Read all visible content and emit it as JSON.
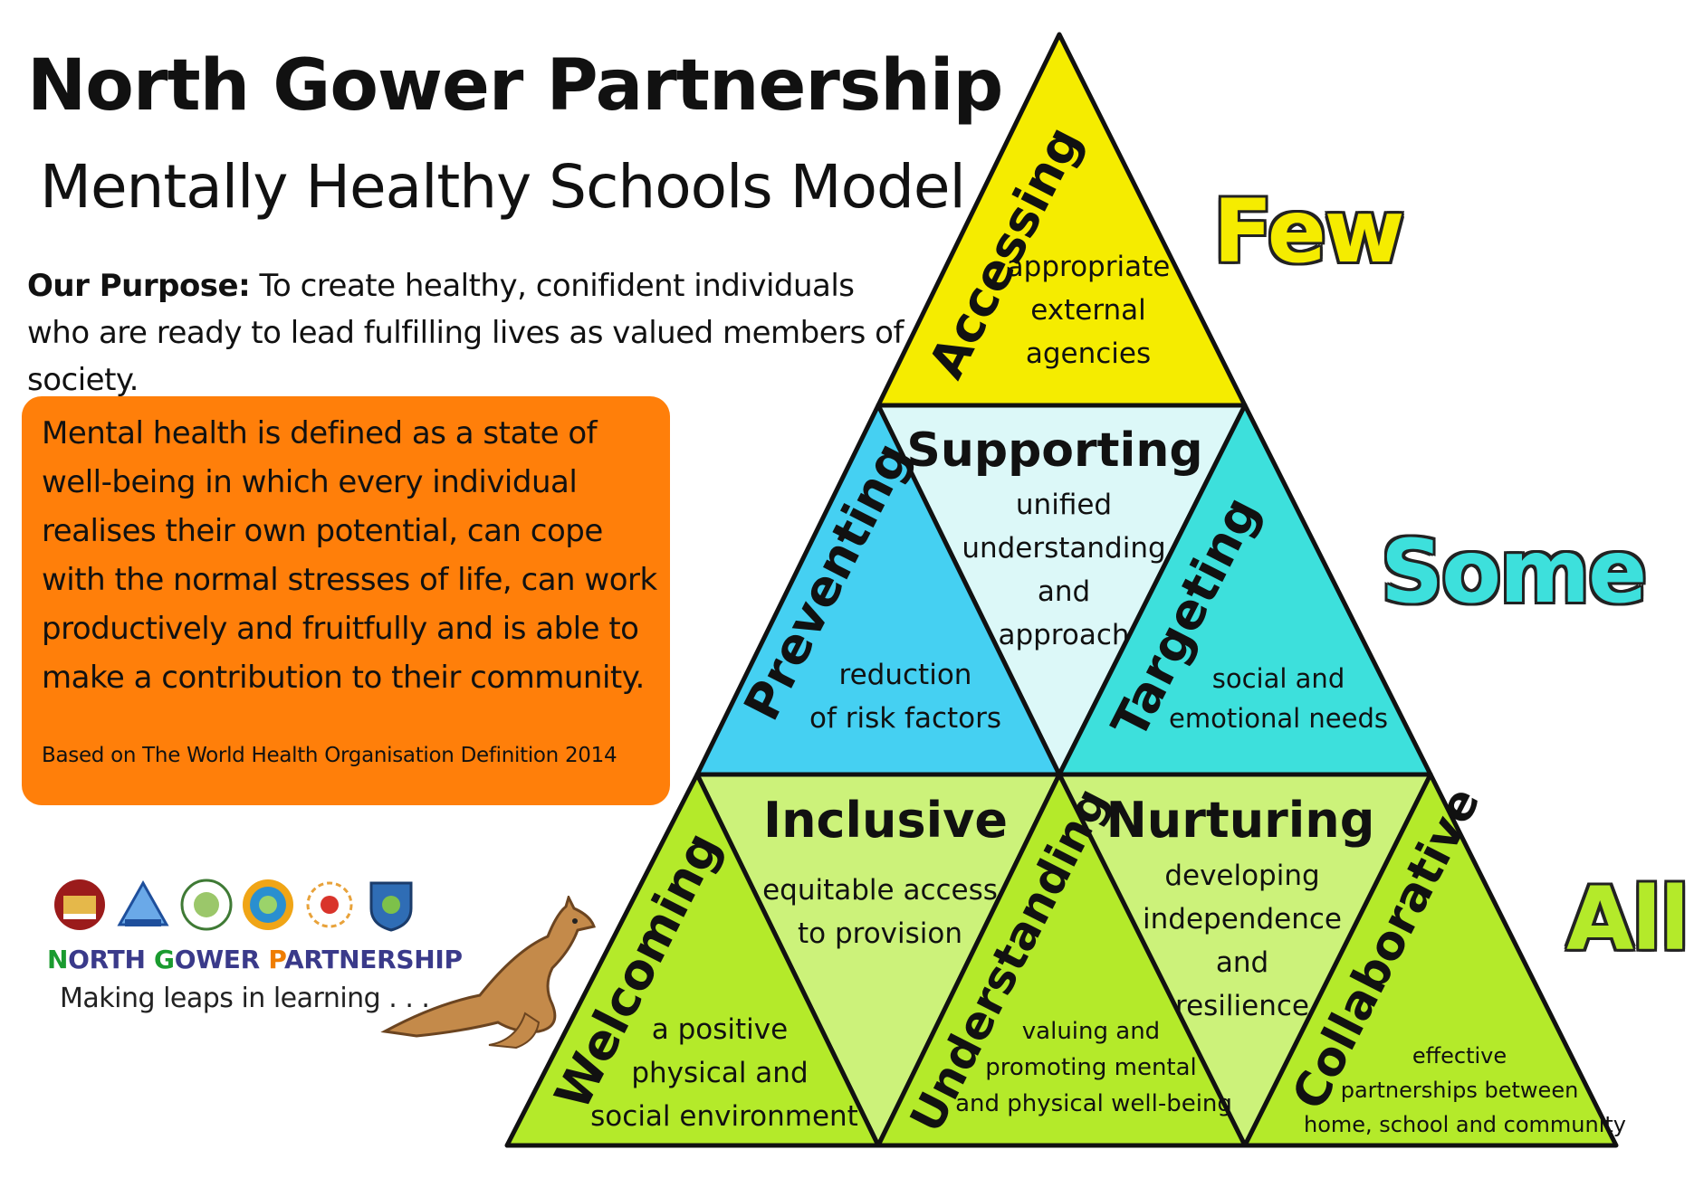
{
  "header": {
    "title": "North Gower Partnership",
    "subtitle": "Mentally Healthy Schools Model"
  },
  "purpose": {
    "label": "Our Purpose:",
    "text": "To create healthy, conifident individuals who are ready to lead fulfilling lives as valued members of society."
  },
  "definition": {
    "text": "Mental health is defined as a state of well-being in which every individual realises their own potential, can cope with the normal stresses of life, can work productively and fruitfully and is able to make a contribution to their community.",
    "source": "Based on The World Health Organisation Definition 2014"
  },
  "branding": {
    "partnership_n": "N",
    "partnership_orth": "ORTH ",
    "partnership_g": "G",
    "partnership_ower": "OWER ",
    "partnership_p": "P",
    "partnership_artnership": "ARTNERSHIP",
    "tagline": "Making leaps in learning . . ."
  },
  "levels": {
    "few": "Few",
    "some": "Some",
    "all": "All"
  },
  "pyramid": {
    "accessing": {
      "label": "Accessing",
      "lines": [
        "appropriate",
        "external",
        "agencies"
      ]
    },
    "supporting": {
      "label": "Supporting",
      "lines": [
        "unified",
        "understanding",
        "and",
        "approach"
      ]
    },
    "preventing": {
      "label": "Preventing",
      "lines": [
        "reduction",
        "of risk factors"
      ]
    },
    "targeting": {
      "label": "Targeting",
      "lines": [
        "social and",
        "emotional needs"
      ]
    },
    "inclusive": {
      "label": "Inclusive",
      "lines": [
        "equitable access",
        "to provision"
      ]
    },
    "nurturing": {
      "label": "Nurturing",
      "lines": [
        "developing",
        "independence",
        "and",
        "resilience"
      ]
    },
    "welcoming": {
      "label": "Welcoming",
      "lines": [
        "a positive",
        "physical and",
        "social environment"
      ]
    },
    "understanding": {
      "label": "Understanding",
      "lines": [
        "valuing and",
        "promoting mental",
        "and physical well-being"
      ]
    },
    "collaborative": {
      "label": "Collaborative",
      "lines": [
        "effective",
        "partnerships between",
        "home, school and community"
      ]
    }
  },
  "colors": {
    "top": "#f5ec00",
    "preventing": "#45d0f2",
    "supporting": "#dcf8f8",
    "targeting": "#3de0dc",
    "bottom_up": "#b4ea2a",
    "bottom_down": "#ccf27a",
    "definition_box": "#ff7f0a"
  }
}
